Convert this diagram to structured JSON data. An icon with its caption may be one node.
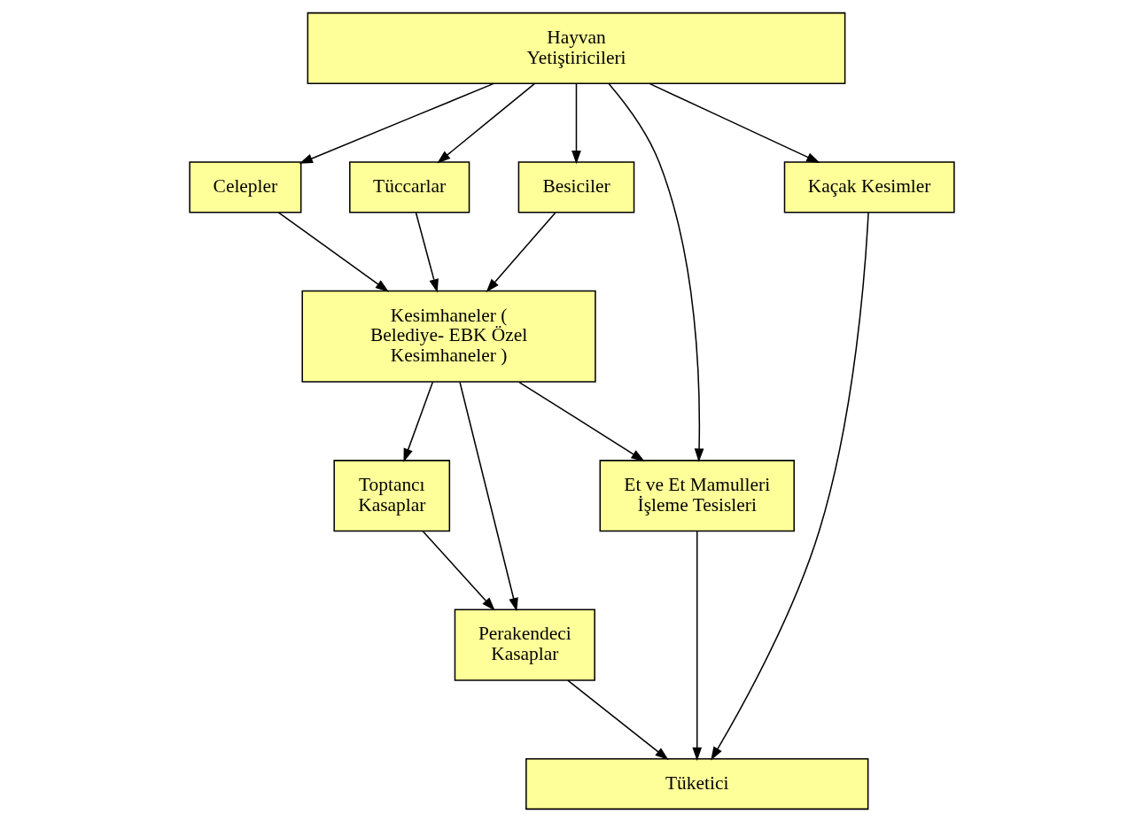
{
  "diagram": {
    "nodes": [
      {
        "text": [
          "Hayvan Yetiştiricileri"
        ]
      },
      {
        "text": [
          "Tüccarlar"
        ]
      },
      {
        "text": [
          "Besiciler"
        ]
      },
      {
        "text": [
          "Celepler"
        ]
      },
      {
        "text": [
          "Kaçak Kesimler"
        ]
      },
      {
        "text": [
          "Kesimhaneler ( Belediye- EBK Özel Kesimhaneler )"
        ]
      },
      {
        "text": [
          "Toptancı Kasaplar"
        ]
      },
      {
        "text": [
          "Et ve Et Mamulleri İşleme Tesisleri"
        ]
      },
      {
        "text": [
          "Perakendeci Kasaplar"
        ]
      },
      {
        "text": [
          "Tüketici"
        ]
      }
    ],
    "edges": [
      {
        "from": 0,
        "to": 1,
        "arrow": "to"
      },
      {
        "from": 0,
        "to": 2,
        "arrow": "to"
      },
      {
        "from": 0,
        "to": 3,
        "arrow": "to"
      },
      {
        "from": 0,
        "to": 7,
        "arrow": "to"
      },
      {
        "from": 0,
        "to": 4,
        "arrow": "to"
      },
      {
        "from": 1,
        "to": 5,
        "arrow": "to"
      },
      {
        "from": 2,
        "to": 5,
        "arrow": "to"
      },
      {
        "from": 3,
        "to": 5,
        "arrow": "to"
      },
      {
        "from": 5,
        "to": 6,
        "arrow": "to"
      },
      {
        "from": 5,
        "to": 8,
        "arrow": "to"
      },
      {
        "from": 5,
        "to": 7,
        "arrow": "to"
      },
      {
        "from": 6,
        "to": 8,
        "arrow": "to"
      },
      {
        "from": 7,
        "to": 9,
        "arrow": "to"
      },
      {
        "from": 4,
        "to": 9,
        "arrow": "to"
      },
      {
        "from": 8,
        "to": 9,
        "arrow": "to"
      }
    ]
  }
}
